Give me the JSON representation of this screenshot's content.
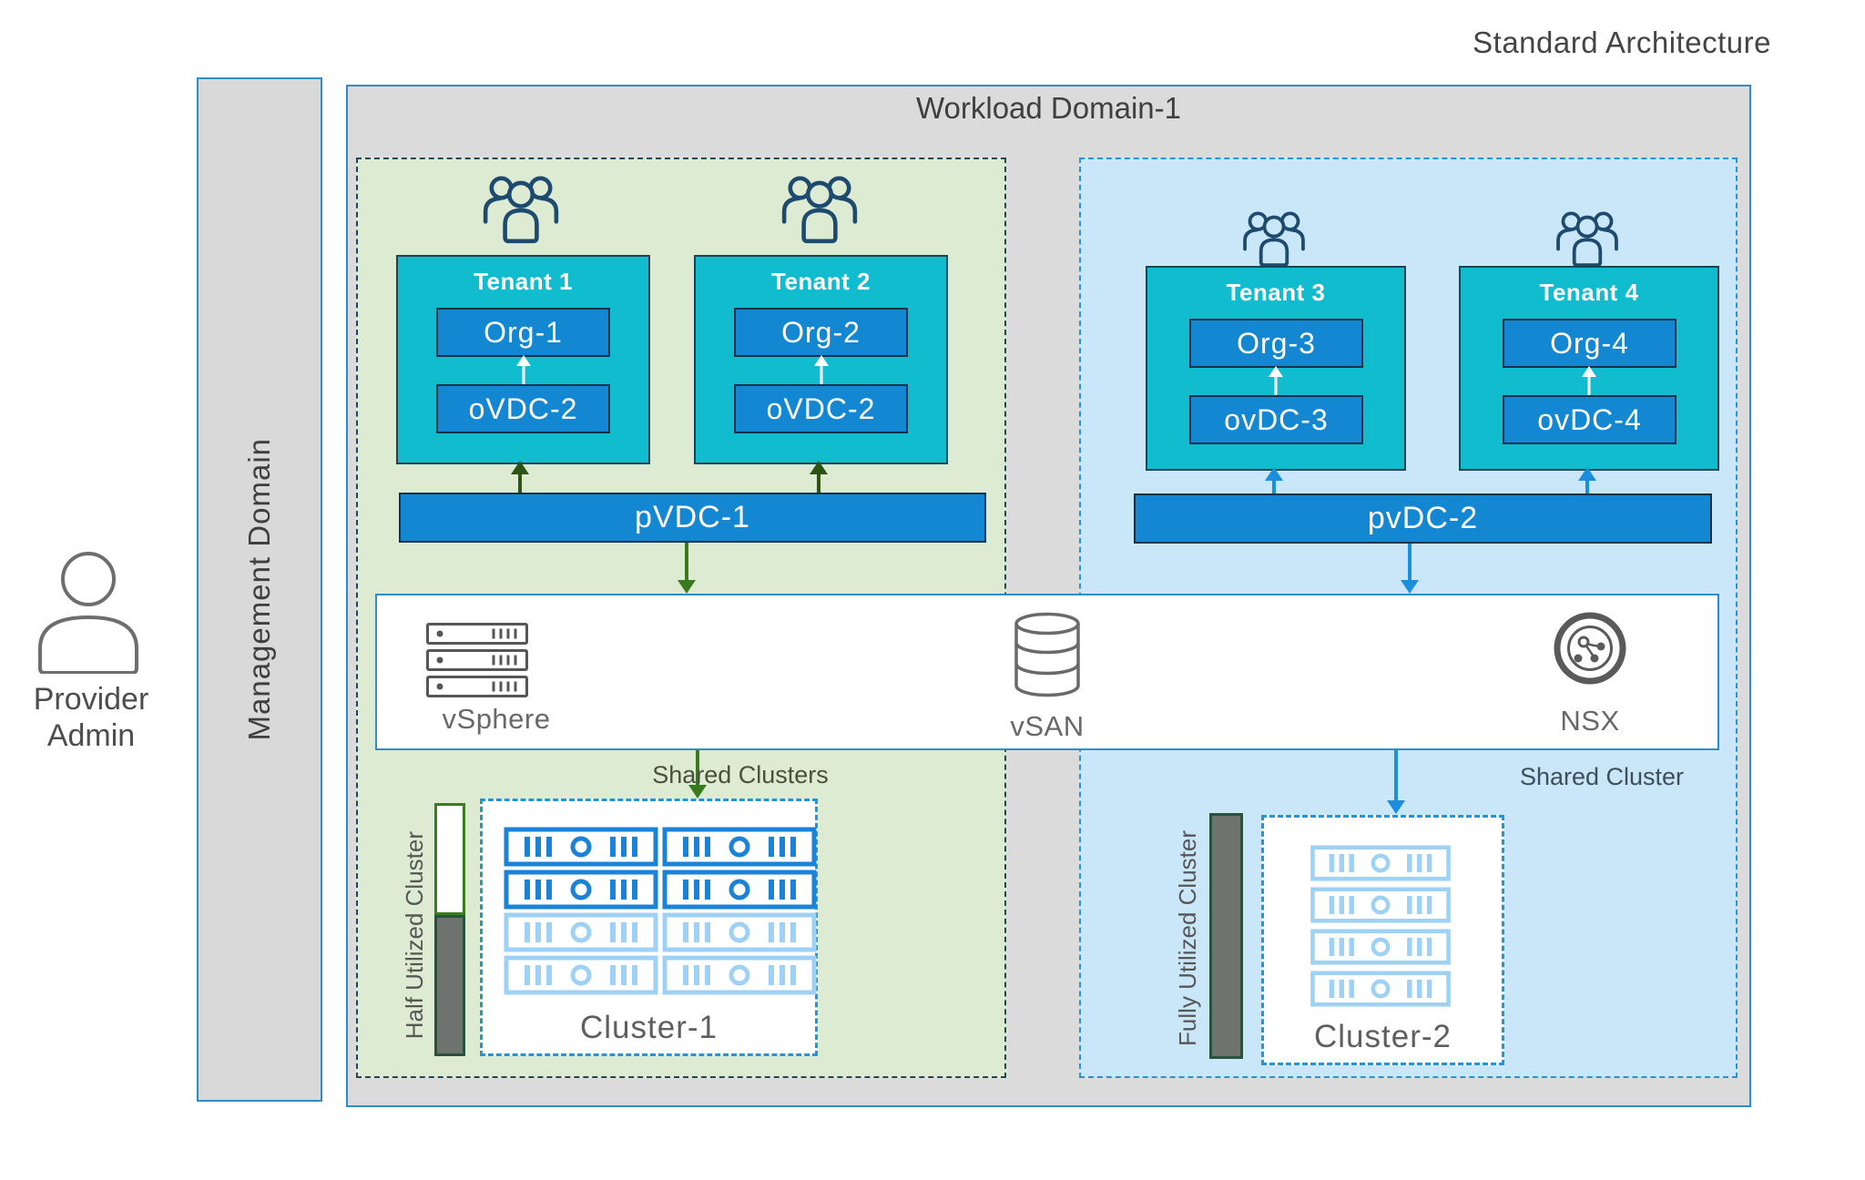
{
  "page": {
    "title": "Standard Architecture"
  },
  "provider": {
    "label": "Provider\nAdmin"
  },
  "management": {
    "label": "Management Domain"
  },
  "workload": {
    "title": "Workload Domain-1"
  },
  "tenants": [
    {
      "name": "Tenant 1",
      "org": "Org-1",
      "vdc": "oVDC-2"
    },
    {
      "name": "Tenant 2",
      "org": "Org-2",
      "vdc": "oVDC-2"
    },
    {
      "name": "Tenant 3",
      "org": "Org-3",
      "vdc": "ovDC-3"
    },
    {
      "name": "Tenant 4",
      "org": "Org-4",
      "vdc": "ovDC-4"
    }
  ],
  "pvdcs": [
    {
      "label": "pVDC-1"
    },
    {
      "label": "pvDC-2"
    }
  ],
  "platform": {
    "vsphere": "vSphere",
    "vsan": "vSAN",
    "nsx": "NSX"
  },
  "clusters": [
    {
      "shared_label": "Shared Clusters",
      "name": "Cluster-1",
      "gauge_label": "Half Utilized Cluster",
      "utilization": "half",
      "hosts": 8,
      "active_hosts": 4
    },
    {
      "shared_label": "Shared Cluster",
      "name": "Cluster-2",
      "gauge_label": "Fully Utilized Cluster",
      "utilization": "full",
      "hosts": 4,
      "active_hosts": 0
    }
  ],
  "colors": {
    "domain_border": "#2f8dcb",
    "workload_fill": "#dbdbdb",
    "green_zone_fill": "#dcebd1",
    "green_zone_border": "#20465a",
    "blue_zone_fill": "#c9e7f8",
    "blue_zone_border": "#2095d8",
    "tenant_fill": "#10bccd",
    "org_fill": "#1487d2",
    "green_arrow": "#3a7a1e",
    "blue_arrow": "#1b8fdd",
    "host_active": "#1b82d5",
    "host_idle": "#9fd1f5",
    "gauge_gray": "#6f7370"
  }
}
